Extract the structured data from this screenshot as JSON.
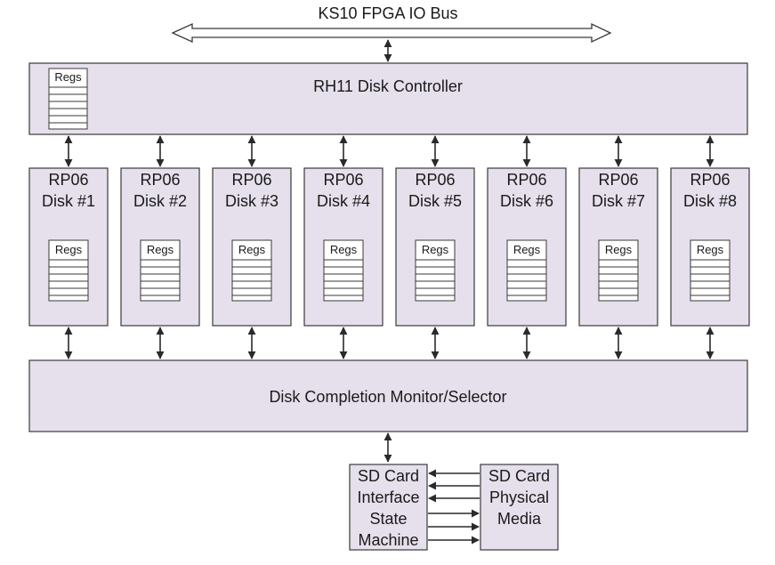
{
  "io_bus": {
    "label": "KS10 FPGA IO Bus"
  },
  "controller": {
    "label": "RH11 Disk Controller",
    "regs_label": "Regs"
  },
  "disks": [
    {
      "line1": "RP06",
      "line2": "Disk #1",
      "regs_label": "Regs"
    },
    {
      "line1": "RP06",
      "line2": "Disk #2",
      "regs_label": "Regs"
    },
    {
      "line1": "RP06",
      "line2": "Disk #3",
      "regs_label": "Regs"
    },
    {
      "line1": "RP06",
      "line2": "Disk #4",
      "regs_label": "Regs"
    },
    {
      "line1": "RP06",
      "line2": "Disk #5",
      "regs_label": "Regs"
    },
    {
      "line1": "RP06",
      "line2": "Disk #6",
      "regs_label": "Regs"
    },
    {
      "line1": "RP06",
      "line2": "Disk #7",
      "regs_label": "Regs"
    },
    {
      "line1": "RP06",
      "line2": "Disk #8",
      "regs_label": "Regs"
    }
  ],
  "monitor": {
    "label": "Disk Completion Monitor/Selector"
  },
  "sd_interface": {
    "lines": [
      "SD Card",
      "Interface",
      "State",
      "Machine"
    ]
  },
  "sd_media": {
    "lines": [
      "SD Card",
      "Physical",
      "Media"
    ]
  },
  "colors": {
    "box_fill": "#e6e0ec",
    "stroke": "#3a3a3a",
    "regs_fill": "#ffffff"
  }
}
